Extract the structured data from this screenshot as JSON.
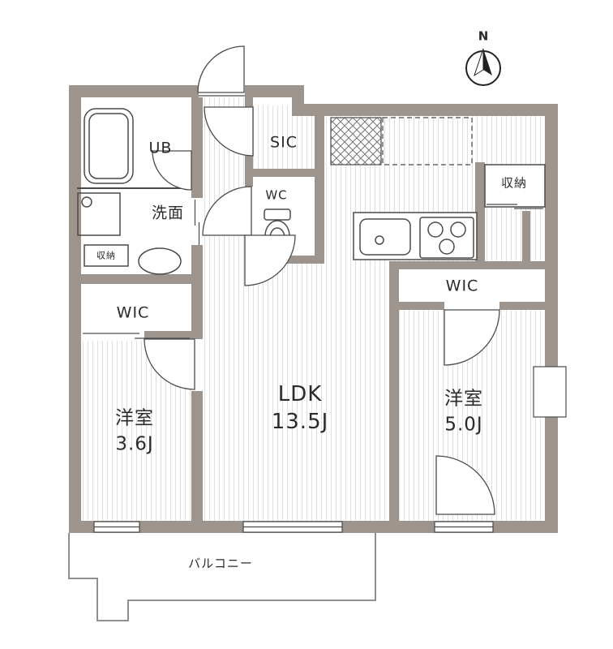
{
  "floorplan": {
    "compass_label": "N",
    "labels": {
      "ub": "UB",
      "washroom": "洗面",
      "storage_small_left": "収納",
      "wic_left": "WIC",
      "bedroom_left_name": "洋室",
      "bedroom_left_size": "3.6J",
      "sic": "SIC",
      "wc": "WC",
      "ldk_name": "LDK",
      "ldk_size": "13.5J",
      "storage_right": "収納",
      "wic_right": "WIC",
      "bedroom_right_name": "洋室",
      "bedroom_right_size": "5.0J",
      "balcony": "バルコニー"
    },
    "colors": {
      "wall": "#9e948e",
      "line": "#4a4a4a",
      "stripe": "#e0e0e0"
    }
  }
}
